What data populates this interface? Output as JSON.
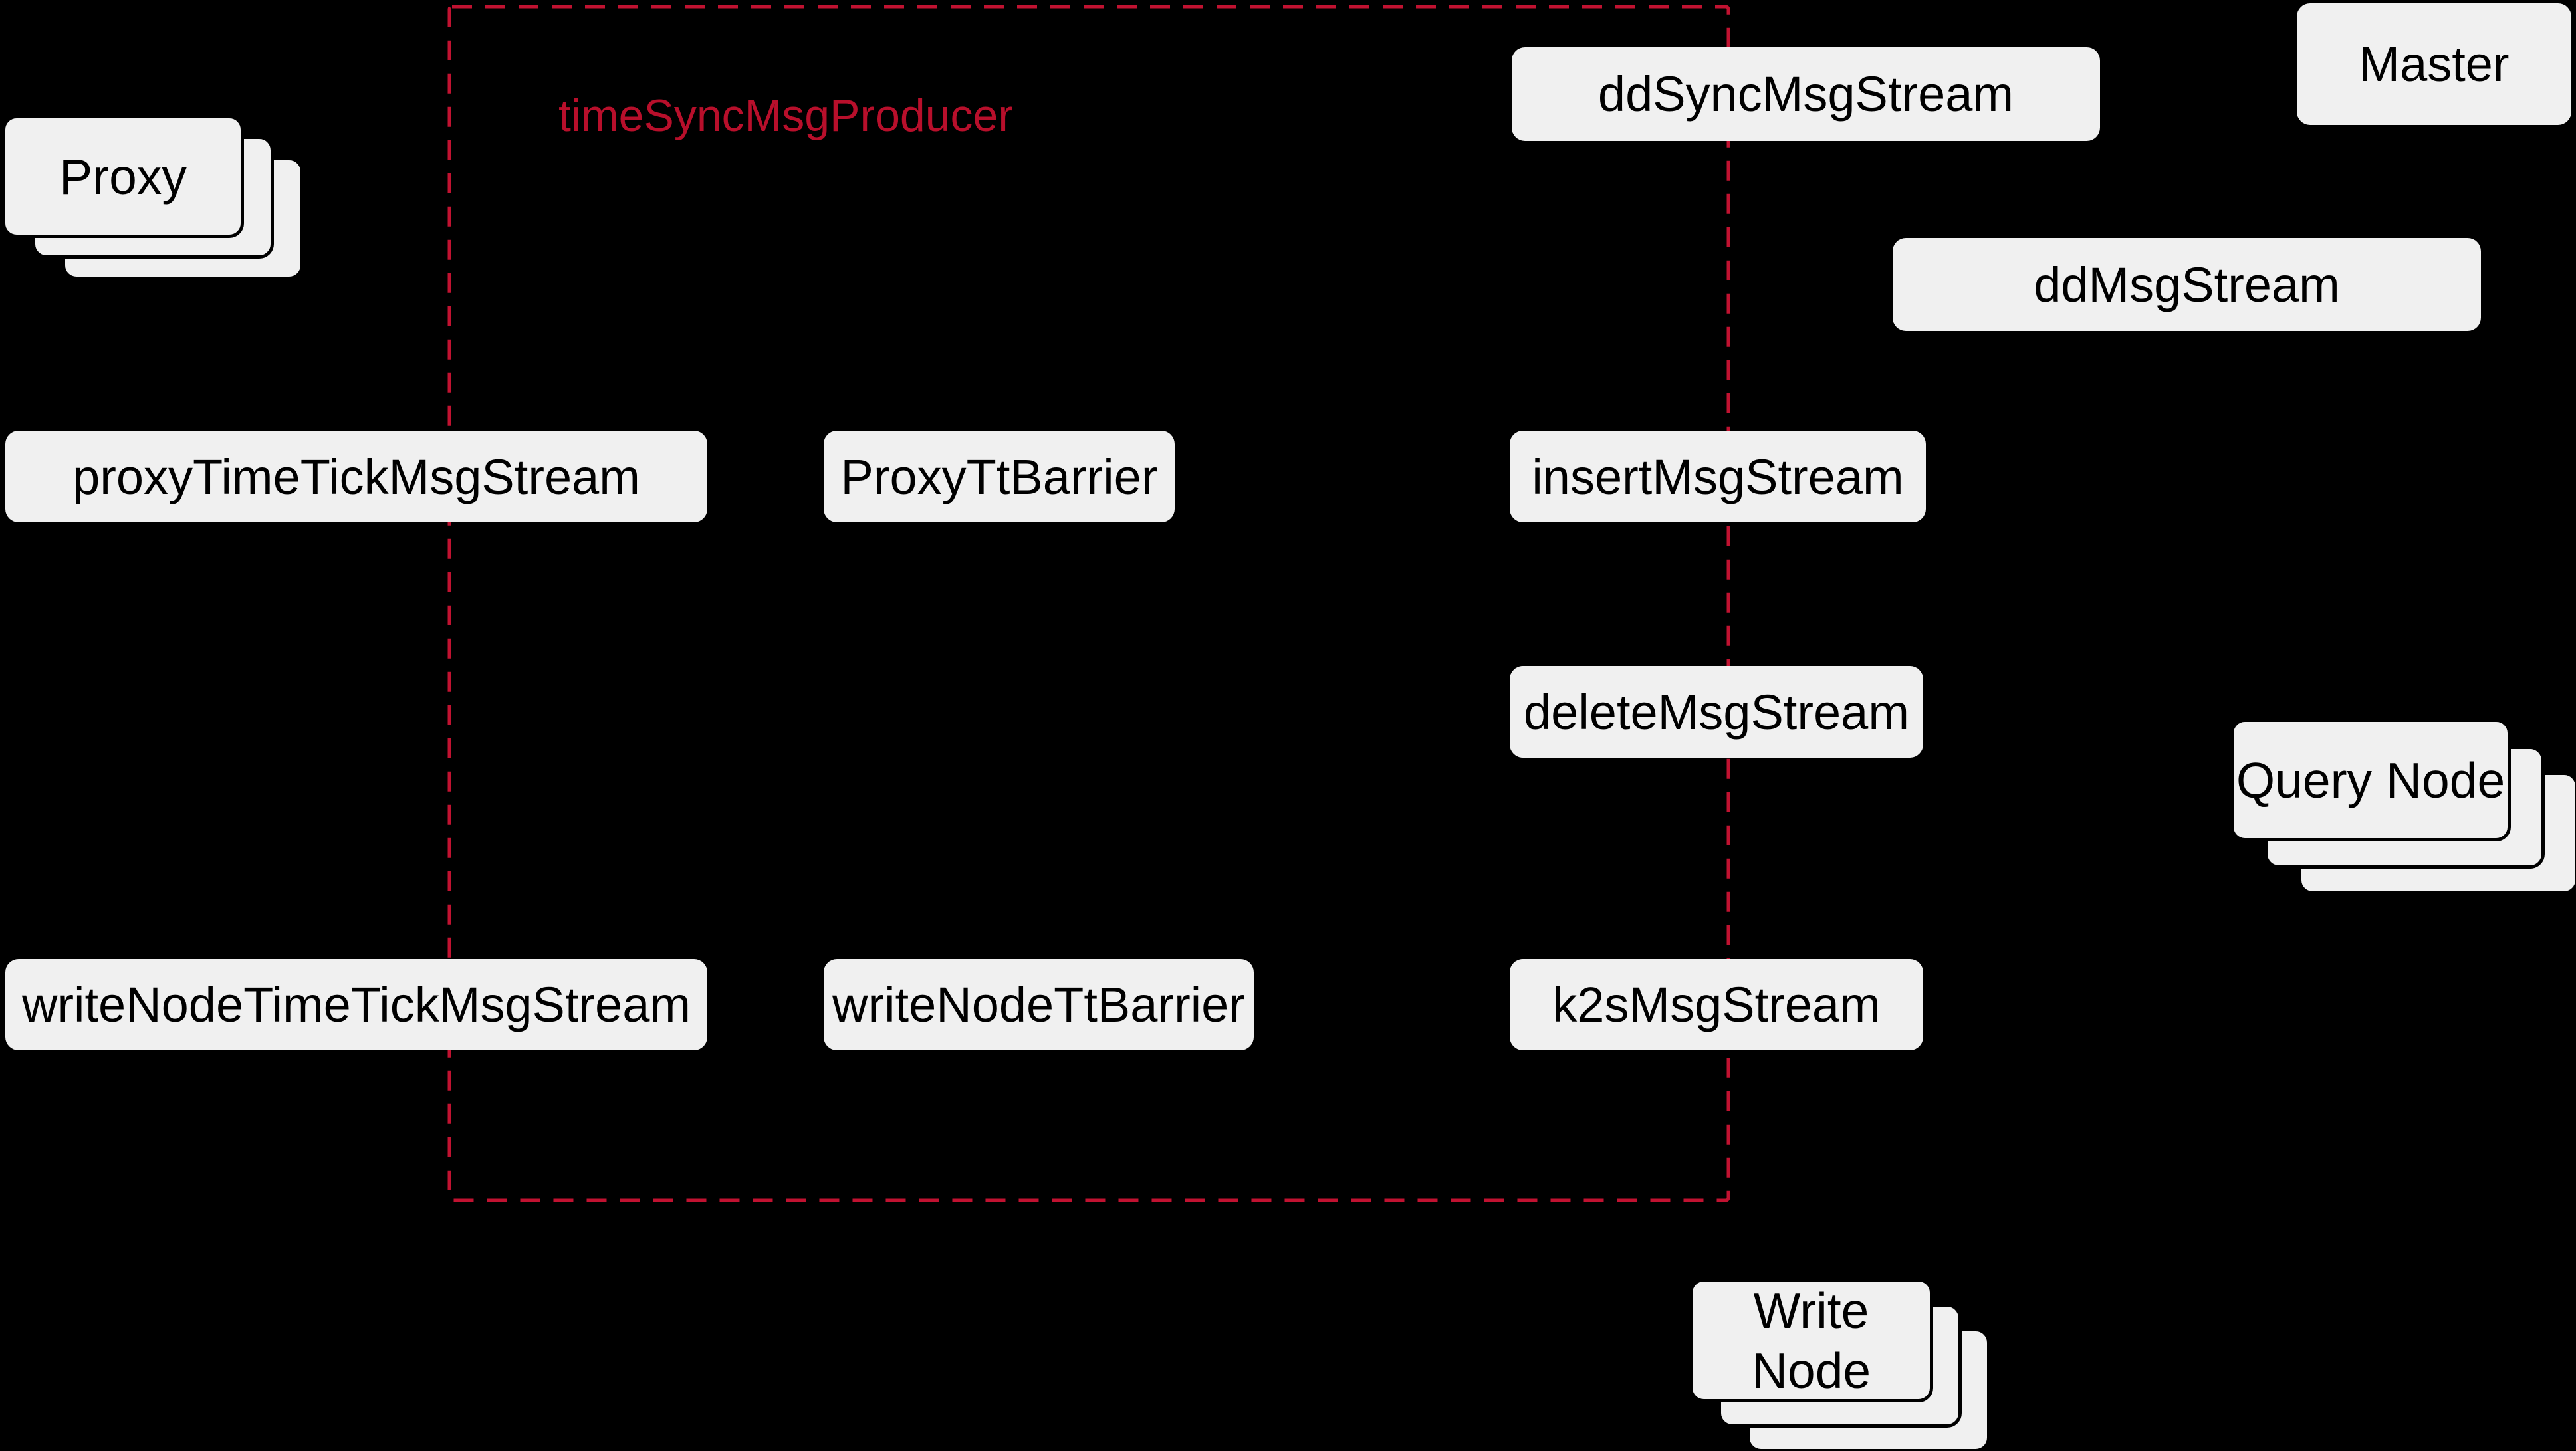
{
  "canvas": {
    "background": "#000000"
  },
  "producer_group": {
    "label": "timeSyncMsgProducer",
    "border_color": "#c11231",
    "label_color": "#b80f2b",
    "border_style": "dashed"
  },
  "styles": {
    "node_fill": "#f0f0f0",
    "node_text": "#000000"
  },
  "nodes": {
    "ddSyncMsgStream": "ddSyncMsgStream",
    "master": "Master",
    "ddMsgStream": "ddMsgStream",
    "proxyTimeTickMsgStream": "proxyTimeTickMsgStream",
    "proxyTtBarrier": "ProxyTtBarrier",
    "insertMsgStream": "insertMsgStream",
    "deleteMsgStream": "deleteMsgStream",
    "writeNodeTimeTickMsgStream": "writeNodeTimeTickMsgStream",
    "writeNodeTtBarrier": "writeNodeTtBarrier",
    "k2sMsgStream": "k2sMsgStream"
  },
  "stacks": {
    "proxy": {
      "label": "Proxy",
      "count": 3
    },
    "query_node": {
      "label": "Query Node",
      "count": 3
    },
    "write_node": {
      "label": "Write\nNode",
      "count": 3
    }
  }
}
